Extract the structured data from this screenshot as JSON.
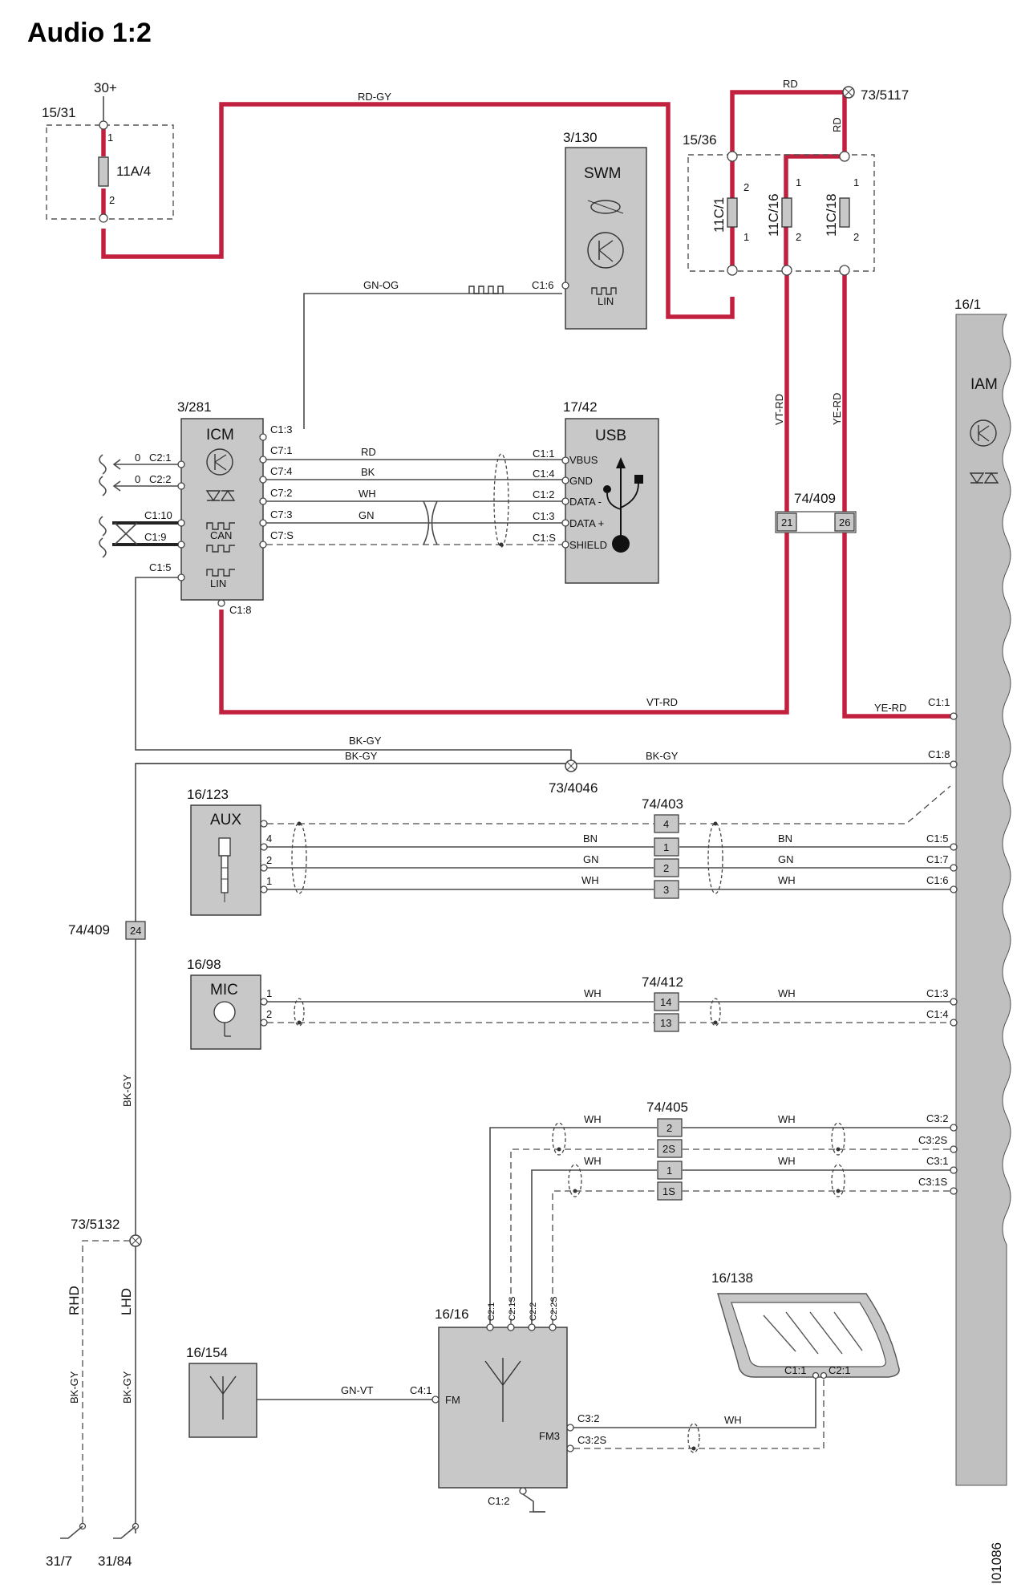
{
  "title": "Audio 1:2",
  "doc_id": "I01086",
  "components": {
    "fuse_box_left": {
      "ref": "15/31",
      "fuse": "11A/4",
      "supply": "30+",
      "pin_top": "1",
      "pin_bottom": "2"
    },
    "fuse_box_right": {
      "ref": "15/36",
      "fuses": [
        "11C/1",
        "11C/16",
        "11C/18"
      ],
      "pins": [
        "2",
        "1",
        "1",
        "2",
        "1",
        "2"
      ]
    },
    "swm": {
      "ref": "3/130",
      "name": "SWM",
      "lin": "LIN",
      "pin": "C1:6"
    },
    "icm": {
      "ref": "3/281",
      "name": "ICM",
      "can": "CAN",
      "lin": "LIN",
      "pins_left": [
        "C2:1",
        "C2:2",
        "C1:10",
        "C1:9",
        "C1:5"
      ],
      "pins_right": [
        "C1:3",
        "C7:1",
        "C7:4",
        "C7:2",
        "C7:3",
        "C7:S"
      ],
      "pin_bottom": "C1:8",
      "left_values": [
        "0",
        "0"
      ]
    },
    "usb": {
      "ref": "17/42",
      "name": "USB",
      "pins": [
        "C1:1",
        "C1:4",
        "C1:2",
        "C1:3",
        "C1:S"
      ],
      "signals": [
        "VBUS",
        "GND",
        "DATA -",
        "DATA +",
        "SHIELD"
      ]
    },
    "iam": {
      "ref": "16/1",
      "name": "IAM",
      "pins": [
        "C1:1",
        "C1:8",
        "C1:5",
        "C1:7",
        "C1:6",
        "C1:3",
        "C1:4",
        "C3:2",
        "C3:2S",
        "C3:1",
        "C3:1S"
      ]
    },
    "aux": {
      "ref": "16/123",
      "name": "AUX",
      "pins": [
        "4",
        "2",
        "1"
      ]
    },
    "mic": {
      "ref": "16/98",
      "name": "MIC",
      "pins": [
        "1",
        "2"
      ]
    },
    "tuner": {
      "ref": "16/16",
      "fm": "FM",
      "fm3": "FM3",
      "pins_top": [
        "C2:1",
        "C2:1S",
        "C2:2",
        "C2:2S"
      ],
      "pins": [
        "C4:1",
        "C3:2",
        "C3:2S",
        "C1:2"
      ]
    },
    "antenna": {
      "ref": "16/154"
    },
    "rear_window_antenna": {
      "ref": "16/138",
      "pins": [
        "C1:1",
        "C2:1"
      ]
    }
  },
  "connectors": {
    "c74_409": {
      "ref": "74/409",
      "pins": [
        "21",
        "26",
        "24"
      ]
    },
    "c74_403": {
      "ref": "74/403",
      "pins": [
        "4",
        "1",
        "2",
        "3"
      ]
    },
    "c74_412": {
      "ref": "74/412",
      "pins": [
        "14",
        "13"
      ]
    },
    "c74_405": {
      "ref": "74/405",
      "pins": [
        "2",
        "2S",
        "1",
        "1S"
      ]
    }
  },
  "splices": [
    "73/5117",
    "73/4046",
    "73/5132"
  ],
  "grounds": [
    "31/7",
    "31/84"
  ],
  "variants": [
    "RHD",
    "LHD"
  ],
  "wires": {
    "rd_gy": "RD-GY",
    "rd": "RD",
    "gn_og": "GN-OG",
    "vt_rd": "VT-RD",
    "ye_rd": "YE-RD",
    "bk_gy": "BK-GY",
    "bn": "BN",
    "gn": "GN",
    "wh": "WH",
    "bk": "BK",
    "gn_vt": "GN-VT"
  },
  "colors": {
    "power_wire": "#c2203f",
    "signal_wire": "#4a4a4a",
    "module_fill": "#c8c8c8",
    "iam_fill": "#c0c0c0"
  }
}
